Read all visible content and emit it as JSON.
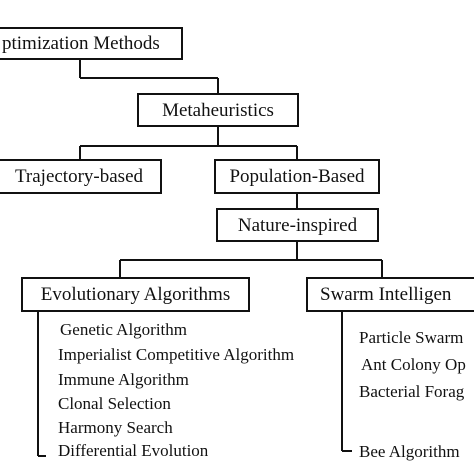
{
  "nodes": {
    "root": "ptimization Methods",
    "metaheuristics": "Metaheuristics",
    "trajectory": "Trajectory-based",
    "population": "Population-Based",
    "nature": "Nature-inspired",
    "evolutionary": "Evolutionary Algorithms",
    "swarm": "Swarm Intelligen"
  },
  "evolutionary_items": [
    "Genetic Algorithm",
    "Imperialist Competitive Algorithm",
    "Immune Algorithm",
    "Clonal Selection",
    "Harmony Search",
    "Differential Evolution"
  ],
  "swarm_items": [
    "Particle Swarm",
    "Ant Colony Op",
    "Bacterial Forag",
    "Bee Algorithm"
  ]
}
